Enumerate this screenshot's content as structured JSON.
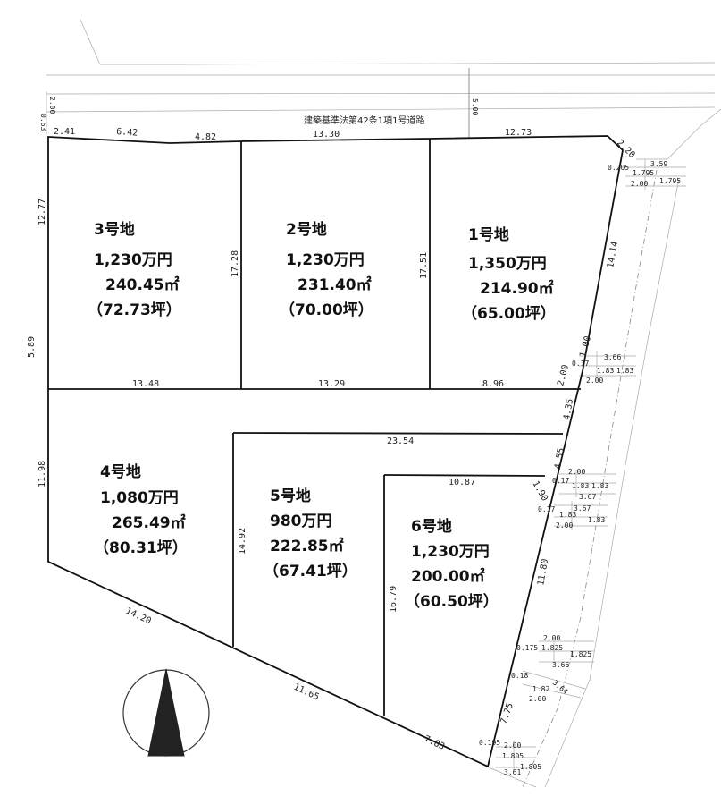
{
  "road": {
    "label": "建築基準法第42条1項1号道路",
    "width_label": "5.00",
    "setback_label": "2.00",
    "setback_small_label": "0.63"
  },
  "lots": [
    {
      "id": "3",
      "name": "3号地",
      "price": "1,230万円",
      "area_m2": "240.45㎡",
      "area_tsubo": "（72.73坪）"
    },
    {
      "id": "2",
      "name": "2号地",
      "price": "1,230万円",
      "area_m2": "231.40㎡",
      "area_tsubo": "（70.00坪）"
    },
    {
      "id": "1",
      "name": "1号地",
      "price": "1,350万円",
      "area_m2": "214.90㎡",
      "area_tsubo": "（65.00坪）"
    },
    {
      "id": "4",
      "name": "4号地",
      "price": "1,080万円",
      "area_m2": "265.49㎡",
      "area_tsubo": "（80.31坪）"
    },
    {
      "id": "5",
      "name": "5号地",
      "price": "980万円",
      "area_m2": "222.85㎡",
      "area_tsubo": "（67.41坪）"
    },
    {
      "id": "6",
      "name": "6号地",
      "price": "1,230万円",
      "area_m2": "200.00㎡",
      "area_tsubo": "（60.50坪）"
    }
  ],
  "dims": {
    "top_2_41": "2.41",
    "top_6_42": "6.42",
    "top_4_82": "4.82",
    "top_13_30": "13.30",
    "top_12_73": "12.73",
    "top_2_20": "2.20",
    "left_12_77": "12.77",
    "left_5_89": "5.89",
    "left_11_98": "11.98",
    "mid_13_48": "13.48",
    "mid_13_29": "13.29",
    "mid_8_96": "8.96",
    "v_17_28": "17.28",
    "v_17_51": "17.51",
    "right_14_14": "14.14",
    "right_1_00": "1.00",
    "right_2_00": "2.00",
    "right_4_35": "4.35",
    "right_4_55": "4.55",
    "right_1_90": "1.90",
    "right_11_80": "11.80",
    "right_7_75": "7.75",
    "h_23_54": "23.54",
    "h_10_87": "10.87",
    "v_14_92": "14.92",
    "v_16_79": "16.79",
    "bot_14_20": "14.20",
    "bot_11_65": "11.65",
    "bot_7_83": "7.83"
  },
  "side_road": {
    "g1": {
      "a": "0.205",
      "b": "1.795",
      "c": "1.795",
      "d": "3.59",
      "e": "2.00"
    },
    "g2": {
      "a": "0.17",
      "b": "1.83",
      "c": "1.83",
      "d": "3.66",
      "e": "2.00"
    },
    "g3": {
      "a": "0.17",
      "b": "1.83",
      "c": "1.83",
      "d": "3.67",
      "e": "2.00"
    },
    "g4": {
      "a": "0.17",
      "b": "1.83",
      "c": "1.83",
      "d": "3.67",
      "e": "2.00"
    },
    "g5": {
      "a": "0.175",
      "b": "1.825",
      "c": "1.825",
      "d": "3.65",
      "e": "2.00"
    },
    "g6": {
      "a": "0.18",
      "b": "1.82",
      "d": "3.64",
      "e": "2.00"
    },
    "g7": {
      "a": "0.195",
      "b": "1.805",
      "c": "1.805",
      "d": "3.61",
      "e": "2.00"
    }
  }
}
